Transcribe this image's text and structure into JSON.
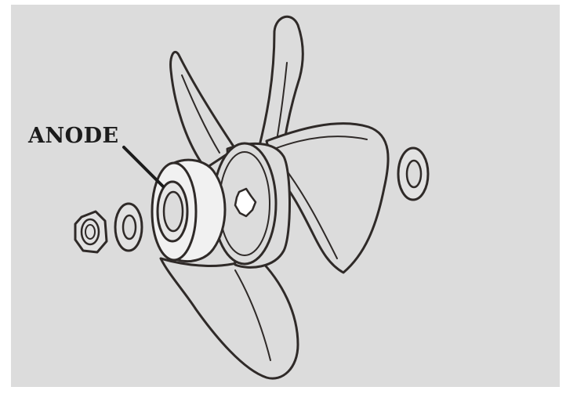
{
  "label": {
    "text": "ANODE"
  },
  "colors": {
    "background": "#dcdcdc",
    "line": "#2f2a28",
    "anode_fill": "#f1f1f1",
    "text": "#1b1b1b"
  },
  "parts": [
    "propeller",
    "anode",
    "hex-nut",
    "washer-front",
    "washer-rear"
  ]
}
